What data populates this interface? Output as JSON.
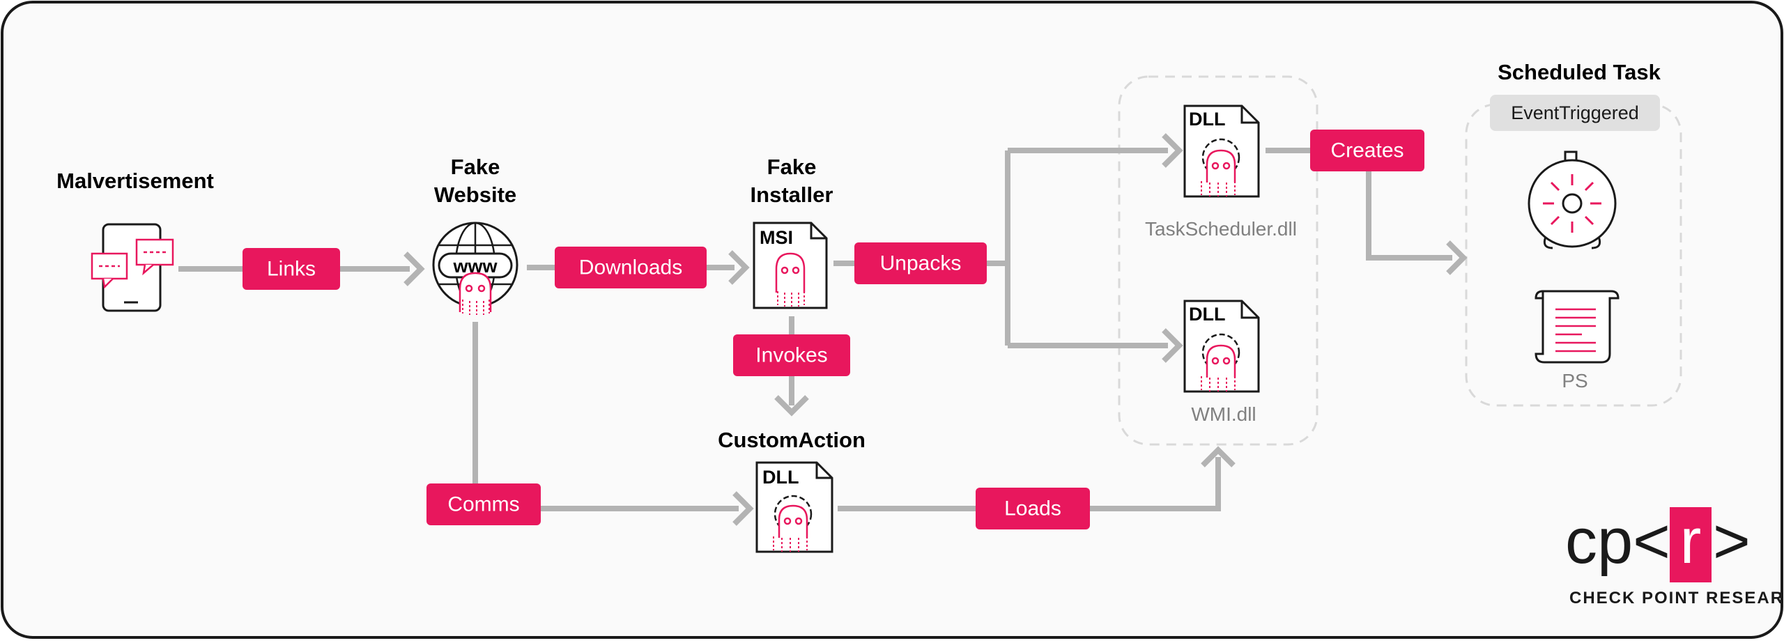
{
  "nodes": {
    "malvertisement": "Malvertisement",
    "fake_website_1": "Fake",
    "fake_website_2": "Website",
    "fake_installer_1": "Fake",
    "fake_installer_2": "Installer",
    "custom_action": "CustomAction",
    "scheduled_task": "Scheduled Task",
    "event_triggered": "EventTriggered",
    "task_scheduler_dll": "TaskScheduler.dll",
    "wmi_dll": "WMI.dll",
    "ps": "PS"
  },
  "file_tags": {
    "msi": "MSI",
    "dll": "DLL",
    "www": "www"
  },
  "edges": {
    "links": "Links",
    "downloads": "Downloads",
    "unpacks": "Unpacks",
    "invokes": "Invokes",
    "comms": "Comms",
    "loads": "Loads",
    "creates": "Creates"
  },
  "logo": {
    "mark_left": "cp<",
    "mark_box": "r",
    "mark_right": ">",
    "caption": "CHECK POINT RESEARCH"
  },
  "colors": {
    "accent": "#e8175d",
    "connector": "#b3b3b3",
    "frame": "#1a1a1a",
    "panel": "#fafafa"
  }
}
